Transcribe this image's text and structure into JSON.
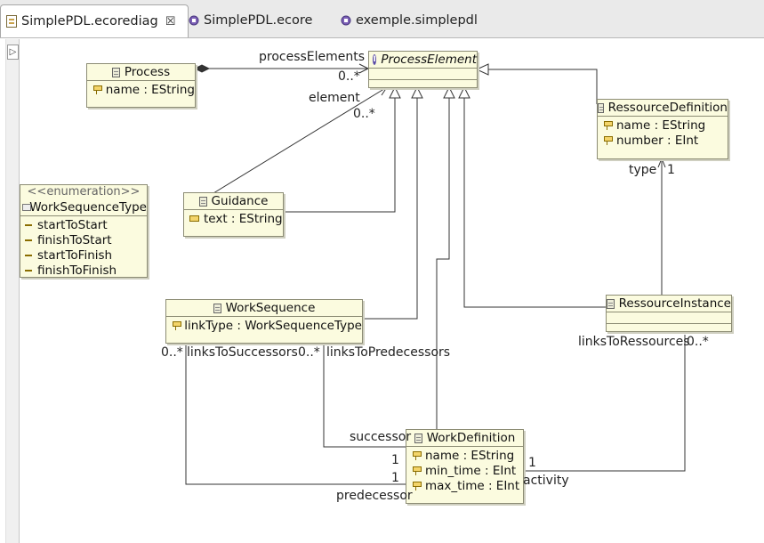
{
  "tabs": [
    {
      "label": "SimplePDL.ecorediag",
      "active": true,
      "close": "☒"
    },
    {
      "label": "SimplePDL.ecore"
    },
    {
      "label": "exemple.simplepdl"
    }
  ],
  "gutter": {
    "toggle": "▷"
  },
  "classes": {
    "process": {
      "name": "Process",
      "attrs": [
        "name : EString"
      ]
    },
    "process_element": {
      "name": "ProcessElement"
    },
    "ressource_definition": {
      "name": "RessourceDefinition",
      "attrs": [
        "name : EString",
        "number : EInt"
      ]
    },
    "guidance": {
      "name": "Guidance",
      "attrs": [
        "text : EString"
      ]
    },
    "work_sequence_type": {
      "stereotype": "<<enumeration>>",
      "name": "WorkSequenceType",
      "literals": [
        "startToStart",
        "finishToStart",
        "startToFinish",
        "finishToFinish"
      ]
    },
    "work_sequence": {
      "name": "WorkSequence",
      "attrs": [
        "linkType : WorkSequenceType"
      ]
    },
    "ressource_instance": {
      "name": "RessourceInstance"
    },
    "work_definition": {
      "name": "WorkDefinition",
      "attrs": [
        "name : EString",
        "min_time : EInt",
        "max_time : EInt"
      ]
    }
  },
  "labels": {
    "process_elements": "processElements",
    "process_elements_mult": "0..*",
    "element": "element",
    "element_mult": "0..*",
    "type": "type",
    "type_mult": "1",
    "links_to_successors_mult": "0..*",
    "links_to_successors": "linksToSuccessors",
    "links_to_predecessors_mult": "0..*",
    "links_to_predecessors": "linksToPredecessors",
    "links_to_ressources": "linksToRessources",
    "links_to_ressources_mult": "0..*",
    "successor": "successor",
    "successor_mult": "1",
    "predecessor": "predecessor",
    "predecessor_mult": "1",
    "activity": "activity",
    "activity_mult": "1"
  }
}
